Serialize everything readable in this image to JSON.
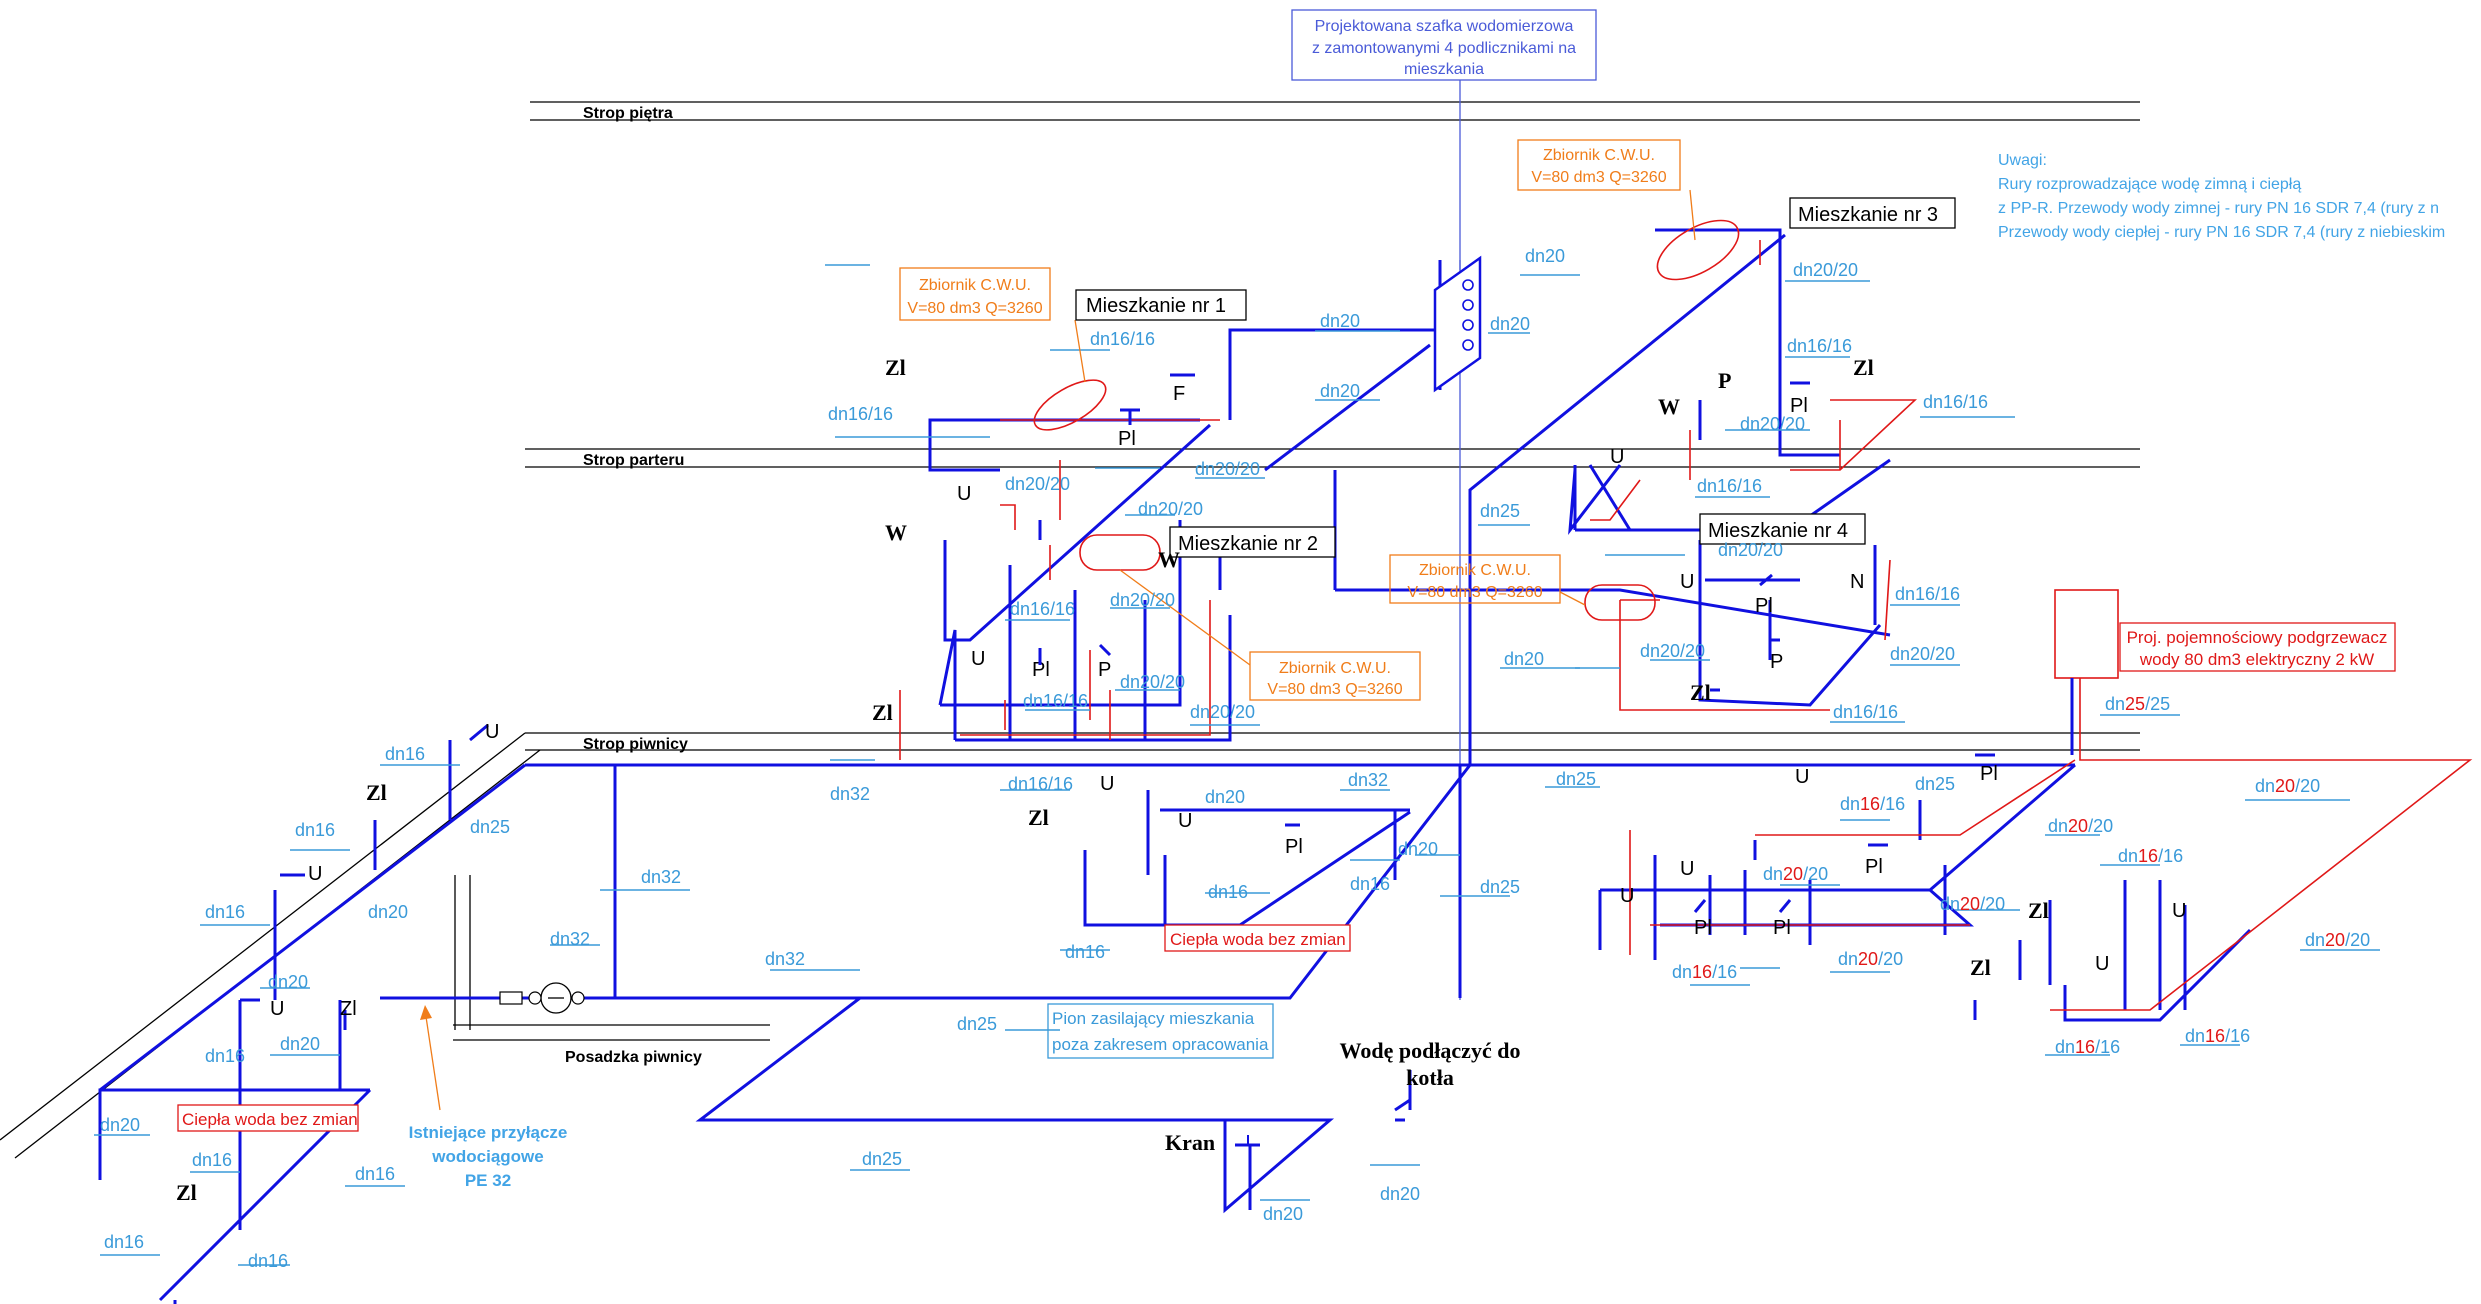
{
  "levels": {
    "strop_pietra": "Strop piętra",
    "strop_parteru": "Strop parteru",
    "strop_piwnicy": "Strop piwnicy",
    "posadzka_piwnicy": "Posadzka piwnicy"
  },
  "meter_cabinet": [
    "Projektowana szafka wodomierzowa",
    "z zamontowanymi 4 podlicznikami na",
    "mieszkania"
  ],
  "tank": [
    "Zbiornik C.W.U.",
    "V=80 dm3 Q=3260"
  ],
  "rooms": {
    "m1": "Mieszkanie nr 1",
    "m2": "Mieszkanie nr 2",
    "m3": "Mieszkanie nr 3",
    "m4": "Mieszkanie nr 4"
  },
  "notes": [
    "Uwagi:",
    "Rury rozprowadzające wodę zimną i ciepłą",
    "z PP-R. Przewody wody zimnej - rury PN 16 SDR 7,4 (rury z n",
    "Przewody wody ciepłej - rury PN 16 SDR 7,4 (rury z niebieskim"
  ],
  "heater": [
    "Proj. pojemnościowy podgrzewacz",
    "wody 80 dm3 elektryczny 2 kW"
  ],
  "warm_unchanged": "Ciepła woda bez zmian",
  "riser": [
    "Pion zasilający mieszkania",
    "poza zakresem opracowania"
  ],
  "connect_boiler": [
    "Wodę podłączyć do",
    "kotła"
  ],
  "existing": [
    "Istniejące przyłącze",
    "wodociągowe",
    "PE 32"
  ],
  "kran": "Kran",
  "fixtures": {
    "zl": "Zl",
    "u": "U",
    "w": "W",
    "p": "P",
    "pl": "Pl",
    "f": "F",
    "n": "N"
  },
  "dims": {
    "dn16": "dn16",
    "dn20": "dn20",
    "dn25": "dn25",
    "dn32": "dn32",
    "dn16_16": "dn16/16",
    "dn20_20": "dn20/20",
    "dn25_25": "dn25/25",
    "dn": "dn",
    "s16": "16",
    "s20": "20",
    "s25": "25",
    "slash16": "/16",
    "slash20": "/20",
    "slash25": "/25"
  }
}
